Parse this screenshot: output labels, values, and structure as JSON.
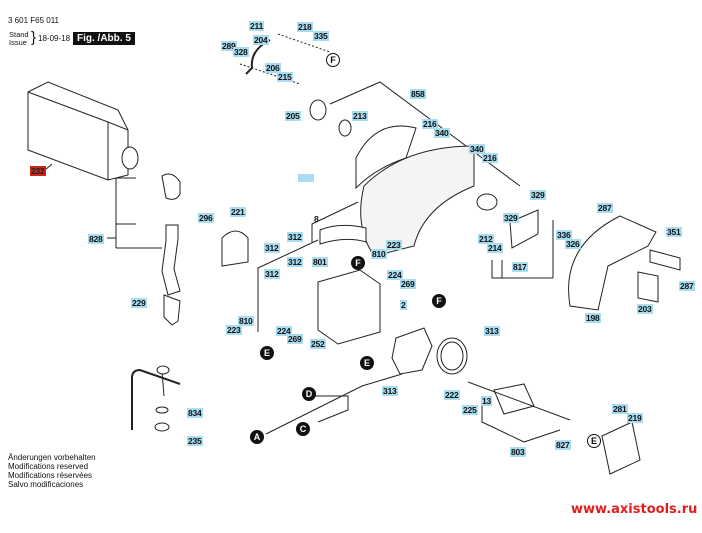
{
  "header": {
    "part_number": "3 601 F65 011",
    "stand_label": "Stand",
    "issue_label": "Issue",
    "date": "18-09-18",
    "figure_label": "Fig. /Abb. 5"
  },
  "labels": [
    {
      "id": "l211",
      "text": "211"
    },
    {
      "id": "l218",
      "text": "218"
    },
    {
      "id": "l335",
      "text": "335"
    },
    {
      "id": "l289",
      "text": "289"
    },
    {
      "id": "l204",
      "text": "204"
    },
    {
      "id": "l328",
      "text": "328"
    },
    {
      "id": "l206",
      "text": "206"
    },
    {
      "id": "l215",
      "text": "215"
    },
    {
      "id": "l205",
      "text": "205"
    },
    {
      "id": "l858",
      "text": "858"
    },
    {
      "id": "l213",
      "text": "213"
    },
    {
      "id": "l216a",
      "text": "216"
    },
    {
      "id": "l340a",
      "text": "340"
    },
    {
      "id": "l340b",
      "text": "340"
    },
    {
      "id": "l216b",
      "text": "216"
    },
    {
      "id": "l232",
      "text": "232"
    },
    {
      "id": "l828",
      "text": "828"
    },
    {
      "id": "l229",
      "text": "229"
    },
    {
      "id": "l296",
      "text": "296"
    },
    {
      "id": "l221",
      "text": "221"
    },
    {
      "id": "l8",
      "text": "8"
    },
    {
      "id": "l312a",
      "text": "312"
    },
    {
      "id": "l312b",
      "text": "312"
    },
    {
      "id": "l312c",
      "text": "312"
    },
    {
      "id": "l312d",
      "text": "312"
    },
    {
      "id": "l801",
      "text": "801"
    },
    {
      "id": "l223a",
      "text": "223"
    },
    {
      "id": "l810a",
      "text": "810"
    },
    {
      "id": "l224a",
      "text": "224"
    },
    {
      "id": "l269a",
      "text": "269"
    },
    {
      "id": "l810b",
      "text": "810"
    },
    {
      "id": "l223b",
      "text": "223"
    },
    {
      "id": "l224b",
      "text": "224"
    },
    {
      "id": "l269b",
      "text": "269"
    },
    {
      "id": "l252",
      "text": "252"
    },
    {
      "id": "l2",
      "text": "2"
    },
    {
      "id": "l313a",
      "text": "313"
    },
    {
      "id": "l313b",
      "text": "313"
    },
    {
      "id": "l222",
      "text": "222"
    },
    {
      "id": "l225",
      "text": "225"
    },
    {
      "id": "l13",
      "text": "13"
    },
    {
      "id": "l803",
      "text": "803"
    },
    {
      "id": "l827",
      "text": "827"
    },
    {
      "id": "l281",
      "text": "281"
    },
    {
      "id": "l219",
      "text": "219"
    },
    {
      "id": "l329a",
      "text": "329"
    },
    {
      "id": "l329b",
      "text": "329"
    },
    {
      "id": "l212",
      "text": "212"
    },
    {
      "id": "l214",
      "text": "214"
    },
    {
      "id": "l817",
      "text": "817"
    },
    {
      "id": "l336",
      "text": "336"
    },
    {
      "id": "l326",
      "text": "326"
    },
    {
      "id": "l287a",
      "text": "287"
    },
    {
      "id": "l351",
      "text": "351"
    },
    {
      "id": "l287b",
      "text": "287"
    },
    {
      "id": "l203",
      "text": "203"
    },
    {
      "id": "l198",
      "text": "198"
    },
    {
      "id": "l834",
      "text": "834"
    },
    {
      "id": "l235",
      "text": "235"
    },
    {
      "id": "lblank",
      "text": ""
    }
  ],
  "callouts": [
    {
      "id": "cF1",
      "text": "F",
      "style": "light"
    },
    {
      "id": "cF2",
      "text": "F",
      "style": "dark"
    },
    {
      "id": "cE1",
      "text": "E",
      "style": "dark"
    },
    {
      "id": "cF3",
      "text": "F",
      "style": "dark"
    },
    {
      "id": "cE2",
      "text": "E",
      "style": "dark"
    },
    {
      "id": "cD",
      "text": "D",
      "style": "dark"
    },
    {
      "id": "cA",
      "text": "A",
      "style": "dark"
    },
    {
      "id": "cC",
      "text": "C",
      "style": "dark"
    },
    {
      "id": "cE3",
      "text": "E",
      "style": "light"
    }
  ],
  "notes": [
    "Änderungen vorbehalten",
    "Modifications reserved",
    "Modifications réservées",
    "Salvo modificaciones"
  ],
  "watermark": "www.axistools.ru",
  "colors": {
    "label_bg": "#a8dcf0",
    "highlight_label_bg": "#c8281a",
    "watermark": "#e01e1e"
  }
}
